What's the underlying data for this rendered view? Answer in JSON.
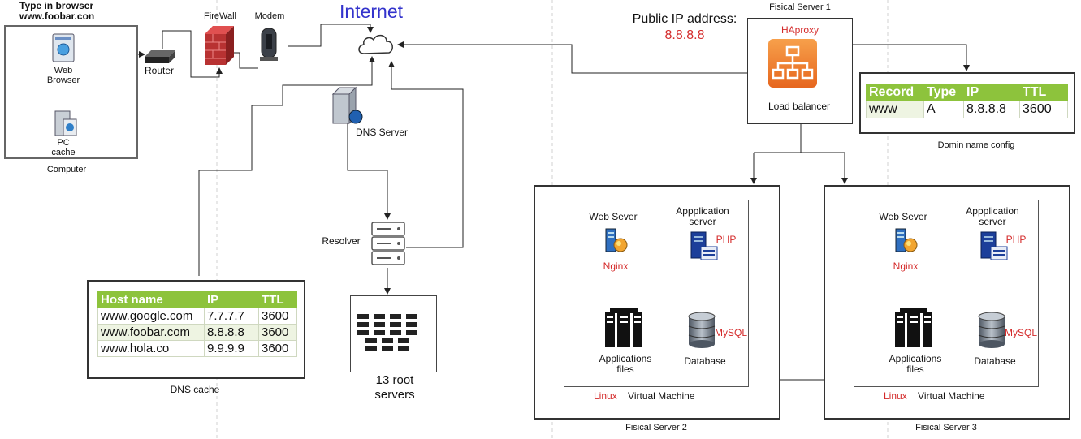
{
  "colors": {
    "line": "#222222",
    "dash": "#c8c8c8",
    "accent_red": "#d42a2a",
    "internet_blue": "#3333cc",
    "table_header": "#8dc33c",
    "lb_orange": "#f0822c"
  },
  "top": {
    "type_in_browser": "Type in browser",
    "domain": "www.foobar.con"
  },
  "computer": {
    "web_browser": "Web Browser",
    "pc_cache": "PC cache",
    "label": "Computer"
  },
  "network": {
    "router": "Router",
    "firewall": "FireWall",
    "modem": "Modem",
    "internet": "Internet",
    "dns_server": "DNS Server",
    "resolver": "Resolver",
    "root_servers": "13 root servers"
  },
  "public_ip": {
    "label": "Public IP address:",
    "value": "8.8.8.8"
  },
  "server1": {
    "title": "Fisical Server 1",
    "haproxy": "HAproxy",
    "lb": "Load balancer"
  },
  "domain_config": {
    "caption": "Domin name config",
    "headers": [
      "Record",
      "Type",
      "IP",
      "TTL"
    ],
    "rows": [
      [
        "www",
        "A",
        "8.8.8.8",
        "3600"
      ]
    ]
  },
  "dns_cache": {
    "caption": "DNS cache",
    "headers": [
      "Host name",
      "IP",
      "TTL"
    ],
    "rows": [
      [
        "www.google.com",
        "7.7.7.7",
        "3600"
      ],
      [
        "www.foobar.com",
        "8.8.8.8",
        "3600"
      ],
      [
        "www.hola.co",
        "9.9.9.9",
        "3600"
      ]
    ]
  },
  "server2": {
    "title": "Fisical Server 2",
    "web": "Web Sever",
    "nginx": "Nginx",
    "app": "Appplication server",
    "php": "PHP",
    "files": "Applications files",
    "db": "Database",
    "mysql": "MySQL",
    "linux": "Linux",
    "vm": "Virtual Machine"
  },
  "server3": {
    "title": "Fisical Server 3",
    "web": "Web Sever",
    "nginx": "Nginx",
    "app": "Appplication server",
    "php": "PHP",
    "files": "Applications files",
    "db": "Database",
    "mysql": "MySQL",
    "linux": "Linux",
    "vm": "Virtual Machine"
  }
}
